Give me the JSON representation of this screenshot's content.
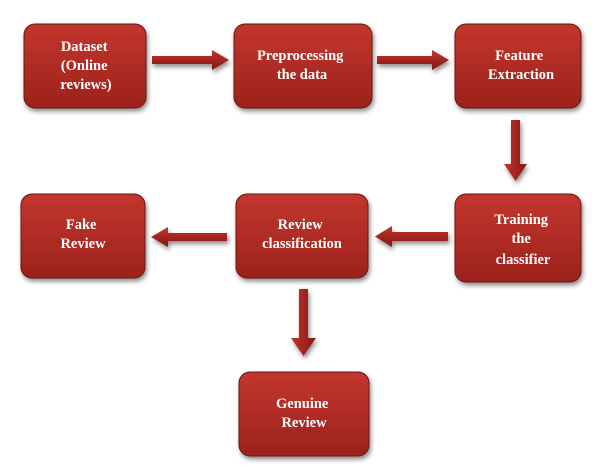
{
  "diagram": {
    "colors": {
      "box_fill": "#b42e27",
      "box_fill_dark": "#8a1a14",
      "box_border": "#6d130f",
      "arrow_fill": "#a82520",
      "text": "#ffffff",
      "background": "#ffffff"
    },
    "nodes": {
      "dataset": {
        "lines": [
          "Dataset",
          "(Online",
          "reviews)"
        ]
      },
      "preprocessing": {
        "lines": [
          "Preprocessing",
          "the data"
        ]
      },
      "feature_extraction": {
        "lines": [
          "Feature",
          "Extraction"
        ]
      },
      "training": {
        "lines": [
          "Training",
          "the",
          "classifier"
        ]
      },
      "review_classification": {
        "lines": [
          "Review",
          "classification"
        ]
      },
      "fake_review": {
        "lines": [
          "Fake",
          "Review"
        ]
      },
      "genuine_review": {
        "lines": [
          "Genuine",
          "Review"
        ]
      }
    },
    "edges": [
      {
        "from": "dataset",
        "to": "preprocessing",
        "direction": "right"
      },
      {
        "from": "preprocessing",
        "to": "feature_extraction",
        "direction": "right"
      },
      {
        "from": "feature_extraction",
        "to": "training",
        "direction": "down"
      },
      {
        "from": "training",
        "to": "review_classification",
        "direction": "left"
      },
      {
        "from": "review_classification",
        "to": "fake_review",
        "direction": "left"
      },
      {
        "from": "review_classification",
        "to": "genuine_review",
        "direction": "down"
      }
    ]
  }
}
